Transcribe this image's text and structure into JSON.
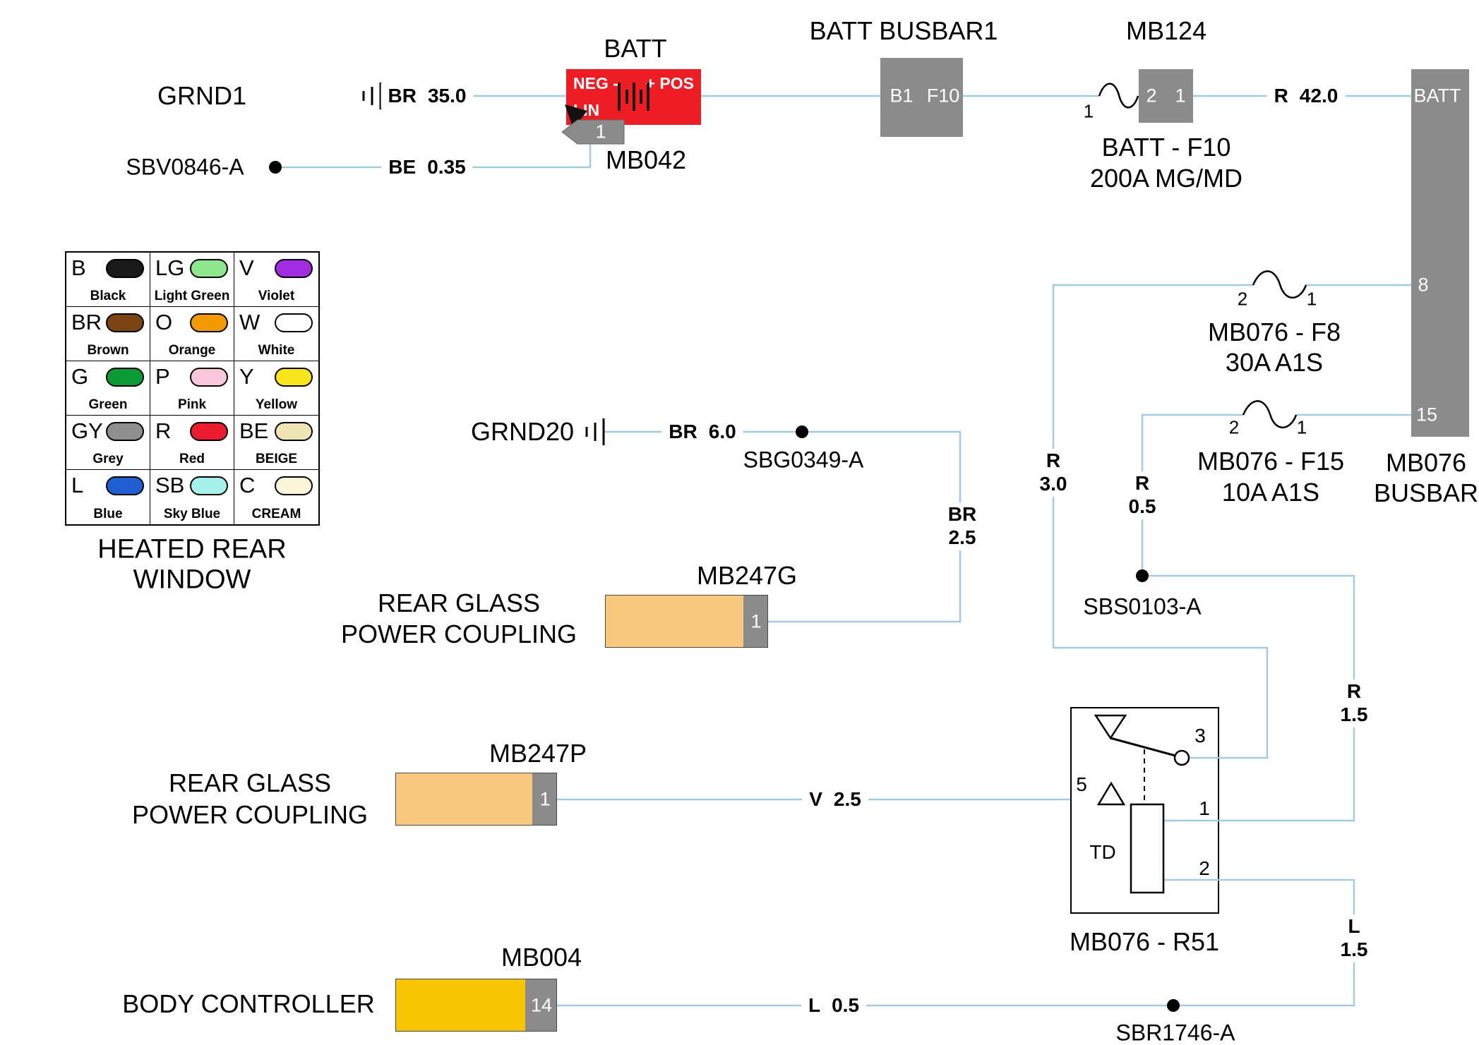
{
  "title": {
    "line1": "HEATED REAR",
    "line2": "WINDOW"
  },
  "colors": {
    "wire": "#a4cbe4",
    "battery_red": "#ee1c23",
    "busbar_gray": "#8b8b8b",
    "coupling_tan": "#f7c87e",
    "controller_yellow": "#f7c600"
  },
  "grounds": {
    "grnd1": "GRND1",
    "grnd20": "GRND20"
  },
  "splices": {
    "sbv": "SBV0846-A",
    "sbg": "SBG0349-A",
    "sbs": "SBS0103-A",
    "sbr": "SBR1746-A"
  },
  "battery": {
    "title": "BATT",
    "id": "MB042",
    "neg": "NEG -",
    "pos": "+ POS",
    "lin": "LIN",
    "pin": "1"
  },
  "busbar1": {
    "title": "BATT BUSBAR1",
    "pin_left": "B1",
    "pin_right": "F10"
  },
  "fuse_f10": {
    "id": "MB124",
    "pin_wire": "1",
    "pin_a": "2",
    "pin_b": "1",
    "name": "BATT - F10",
    "rating": "200A MG/MD"
  },
  "main_busbar": {
    "pin_top": "BATT",
    "pin_8": "8",
    "pin_15": "15",
    "name_line1": "MB076",
    "name_line2": "BUSBAR"
  },
  "fuse_f8": {
    "pin_a": "2",
    "pin_b": "1",
    "name": "MB076 - F8",
    "rating": "30A A1S"
  },
  "fuse_f15": {
    "pin_a": "2",
    "pin_b": "1",
    "name": "MB076 - F15",
    "rating": "10A A1S"
  },
  "mb247g": {
    "id": "MB247G",
    "pin": "1",
    "name_line1": "REAR GLASS",
    "name_line2": "POWER COUPLING"
  },
  "mb247p": {
    "id": "MB247P",
    "pin": "1",
    "name_line1": "REAR GLASS",
    "name_line2": "POWER COUPLING"
  },
  "mb004": {
    "id": "MB004",
    "pin": "14",
    "name": "BODY CONTROLLER"
  },
  "relay": {
    "id": "MB076 - R51",
    "pin_3": "3",
    "pin_5": "5",
    "pin_1": "1",
    "pin_2": "2",
    "coil_label": "TD"
  },
  "wires": {
    "w_gnd1_batt": {
      "code": "BR",
      "gauge": "35.0"
    },
    "w_sbv": {
      "code": "BE",
      "gauge": "0.35"
    },
    "w_f10_busbar": {
      "code": "R",
      "gauge": "42.0"
    },
    "w_gnd20": {
      "code": "BR",
      "gauge": "6.0"
    },
    "w_gnd20_drop": {
      "code": "BR",
      "gauge": "2.5"
    },
    "w_f8_drop": {
      "code": "R",
      "gauge": "3.0"
    },
    "w_f15_drop": {
      "code": "R",
      "gauge": "0.5"
    },
    "w_relay1": {
      "code": "R",
      "gauge": "1.5"
    },
    "w_relay2": {
      "code": "L",
      "gauge": "1.5"
    },
    "w_247p": {
      "code": "V",
      "gauge": "2.5"
    },
    "w_mb004": {
      "code": "L",
      "gauge": "0.5"
    }
  },
  "legend": {
    "rows": [
      [
        {
          "code": "B",
          "name": "Black",
          "color": "#1a1a1a"
        },
        {
          "code": "LG",
          "name": "Light Green",
          "color": "#8de78d"
        },
        {
          "code": "V",
          "name": "Violet",
          "color": "#a32ce1"
        }
      ],
      [
        {
          "code": "BR",
          "name": "Brown",
          "color": "#7a4512"
        },
        {
          "code": "O",
          "name": "Orange",
          "color": "#f29a00"
        },
        {
          "code": "W",
          "name": "White",
          "color": "#ffffff"
        }
      ],
      [
        {
          "code": "G",
          "name": "Green",
          "color": "#0c9a35"
        },
        {
          "code": "P",
          "name": "Pink",
          "color": "#f9c6da"
        },
        {
          "code": "Y",
          "name": "Yellow",
          "color": "#f8e51c"
        }
      ],
      [
        {
          "code": "GY",
          "name": "Grey",
          "color": "#8f8f8f"
        },
        {
          "code": "R",
          "name": "Red",
          "color": "#ea1c2d"
        },
        {
          "code": "BE",
          "name": "BEIGE",
          "color": "#eee3b3"
        }
      ],
      [
        {
          "code": "L",
          "name": "Blue",
          "color": "#1f5fd0"
        },
        {
          "code": "SB",
          "name": "Sky Blue",
          "color": "#a5f2ea"
        },
        {
          "code": "C",
          "name": "CREAM",
          "color": "#fbf6d8"
        }
      ]
    ]
  }
}
